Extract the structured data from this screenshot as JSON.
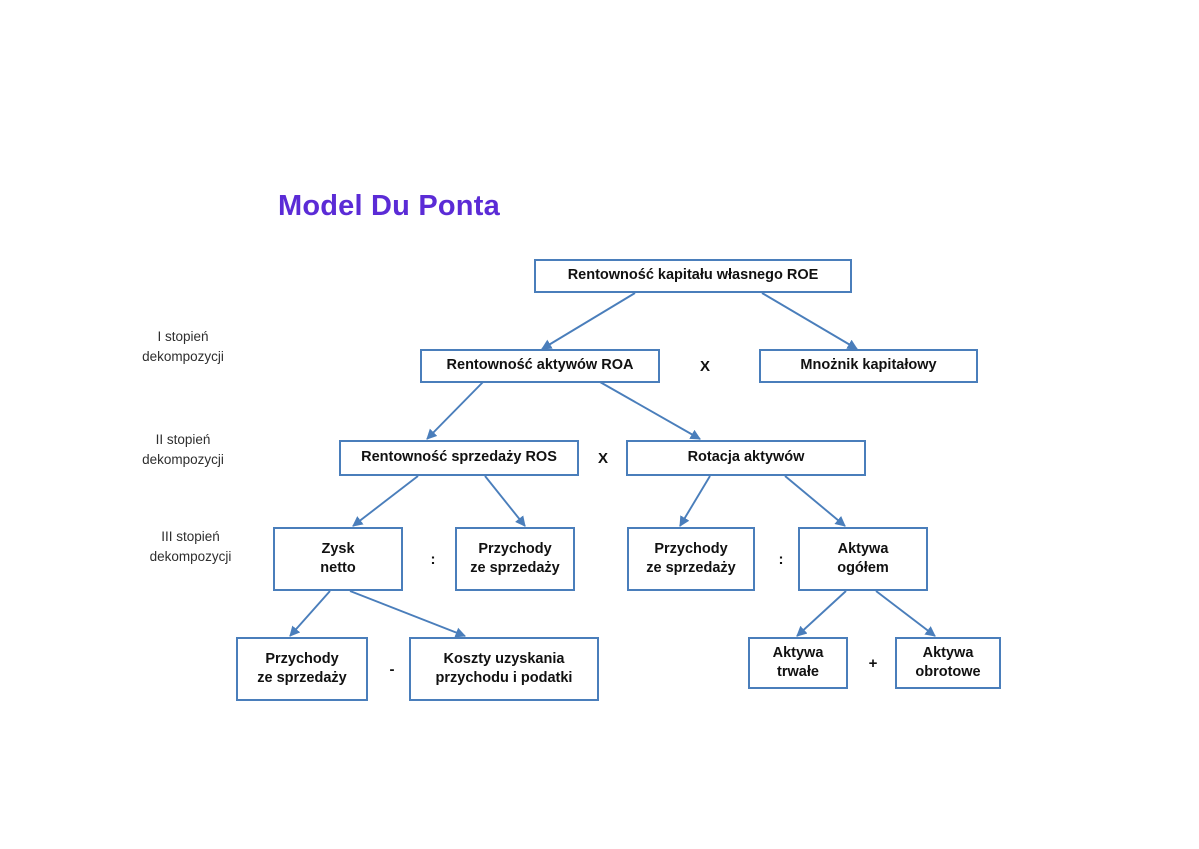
{
  "page": {
    "title": "Model Du Ponta",
    "title_color": "#5b2bd6",
    "box_border_color": "#4a7ebb",
    "edge_color": "#4a7ebb",
    "background": "#ffffff"
  },
  "stage_labels": [
    {
      "text": "I stopień\ndekompozycji"
    },
    {
      "text": "II stopień\ndekompozycji"
    },
    {
      "text": "III stopień\ndekompozycji"
    }
  ],
  "nodes": {
    "roe": "Rentowność kapitału własnego ROE",
    "roa": "Rentowność aktywów ROA",
    "multiplier": "Mnożnik kapitałowy",
    "ros": "Rentowność sprzedaży ROS",
    "asset_turnover": "Rotacja aktywów",
    "net_profit": "Zysk\nnetto",
    "revenue_left": "Przychody\nze sprzedaży",
    "revenue_right": "Przychody\nze sprzedaży",
    "total_assets": "Aktywa\nogółem",
    "revenue_bottom": "Przychody\nze sprzedaży",
    "costs_taxes": "Koszty uzyskania\nprzychodu i podatki",
    "fixed_assets": "Aktywa\ntrwałe",
    "current_assets": "Aktywa\nobrotowe"
  },
  "operators": {
    "level1_multiply": "X",
    "level2_multiply": "X",
    "ros_divide": ":",
    "turnover_divide": ":",
    "profit_minus": "-",
    "assets_plus": "+"
  }
}
